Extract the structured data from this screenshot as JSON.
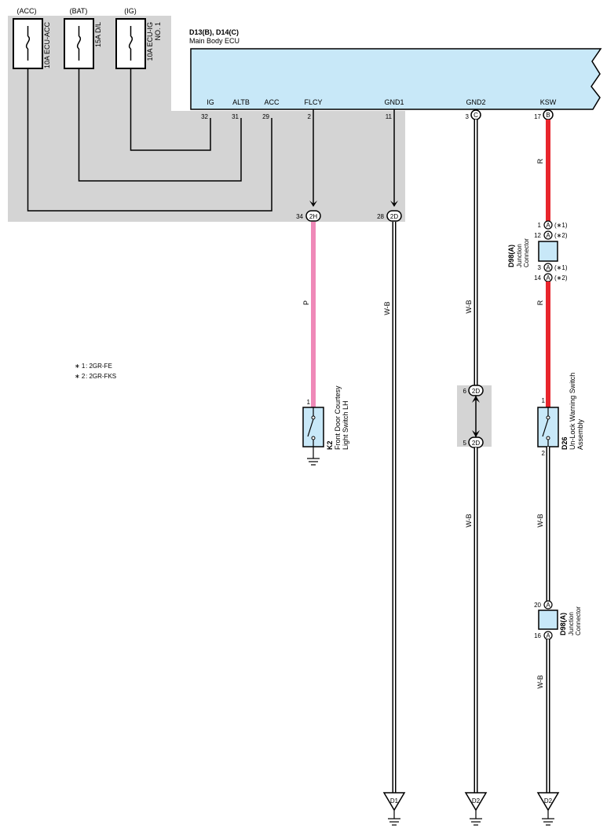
{
  "fuses": [
    {
      "source": "(ACC)",
      "name": "10A ECU-ACC",
      "name2": ""
    },
    {
      "source": "(BAT)",
      "name": "15A D/L",
      "name2": ""
    },
    {
      "source": "(IG)",
      "name": "10A ECU-IG",
      "name2": "NO. 1"
    }
  ],
  "ecu": {
    "code": "D13(B), D14(C)",
    "name": "Main Body ECU",
    "pins": [
      {
        "label": "IG",
        "number": "32",
        "connector": ""
      },
      {
        "label": "ALTB",
        "number": "31",
        "connector": ""
      },
      {
        "label": "ACC",
        "number": "29",
        "connector": ""
      },
      {
        "label": "FLCY",
        "number": "2",
        "connector": ""
      },
      {
        "label": "GND1",
        "number": "11",
        "connector": ""
      },
      {
        "label": "GND2",
        "number": "3",
        "connector": "C"
      },
      {
        "label": "KSW",
        "number": "17",
        "connector": "B"
      }
    ]
  },
  "junctions": [
    {
      "number": "34",
      "label": "2H"
    },
    {
      "number": "28",
      "label": "2D"
    },
    {
      "number": "6",
      "label": "2D"
    },
    {
      "number": "5",
      "label": "2D"
    }
  ],
  "wire_colors": {
    "pink": "P",
    "white_black": "W-B",
    "red": "R"
  },
  "colors": {
    "ecu_fill": "#c8e8f8",
    "shade": "#d4d4d4",
    "red_wire": "#e8252c",
    "pink_wire": "#ef89b8"
  },
  "notes": [
    {
      "mark": "∗ 1",
      "text": ": 2GR-FE"
    },
    {
      "mark": "∗ 2",
      "text": ": 2GR-FKS"
    }
  ],
  "junction_connector_top": {
    "code": "D98(A)",
    "name1": "Junction",
    "name2": "Connector",
    "pins": [
      {
        "number": "1",
        "label": "A",
        "note": "(∗1)"
      },
      {
        "number": "12",
        "label": "A",
        "note": "(∗2)"
      },
      {
        "number": "3",
        "label": "A",
        "note": "(∗1)"
      },
      {
        "number": "14",
        "label": "A",
        "note": "(∗2)"
      }
    ]
  },
  "junction_connector_bottom": {
    "code": "D98(A)",
    "name1": "Junction",
    "name2": "Connector",
    "pins": [
      {
        "number": "20",
        "label": "A"
      },
      {
        "number": "16",
        "label": "A"
      }
    ]
  },
  "courtesy_switch": {
    "code": "K2",
    "name1": "Front Door Courtesy",
    "name2": "Light Switch LH",
    "pin": "1"
  },
  "unlock_switch": {
    "code": "D26",
    "name1": "Un-Lock Warning Switch",
    "name2": "Assembly",
    "pin_top": "1",
    "pin_bottom": "2"
  },
  "grounds": [
    {
      "label": "D1"
    },
    {
      "label": "D2"
    },
    {
      "label": "D2"
    }
  ]
}
